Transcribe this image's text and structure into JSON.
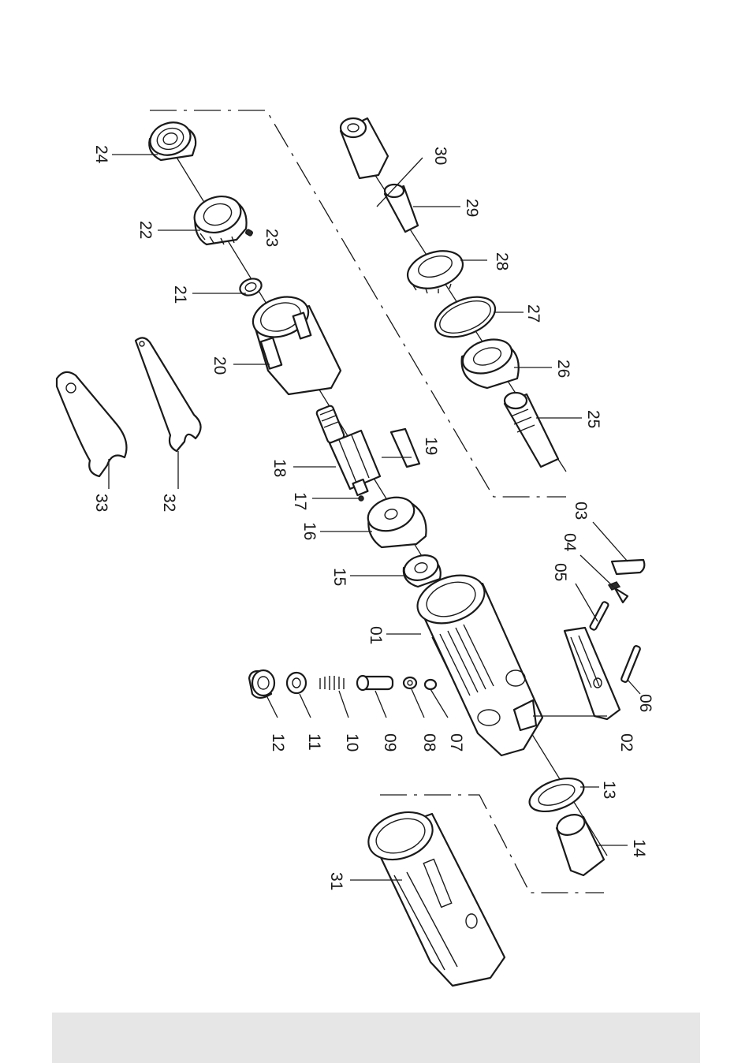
{
  "diagram": {
    "labels": {
      "p01": "01",
      "p02": "02",
      "p03": "03",
      "p04": "04",
      "p05": "05",
      "p06": "06",
      "p07": "07",
      "p08": "08",
      "p09": "09",
      "p10": "10",
      "p11": "11",
      "p12": "12",
      "p13": "13",
      "p14": "14",
      "p15": "15",
      "p16": "16",
      "p17": "17",
      "p18": "18",
      "p19": "19",
      "p20": "20",
      "p21": "21",
      "p22": "22",
      "p23": "23",
      "p24": "24",
      "p25": "25",
      "p26": "26",
      "p27": "27",
      "p28": "28",
      "p29": "29",
      "p30": "30",
      "p31": "31",
      "p32": "32",
      "p33": "33"
    },
    "colors": {
      "ink": "#1a1a1a",
      "footer": "#e6e6e6",
      "background": "#ffffff"
    }
  }
}
